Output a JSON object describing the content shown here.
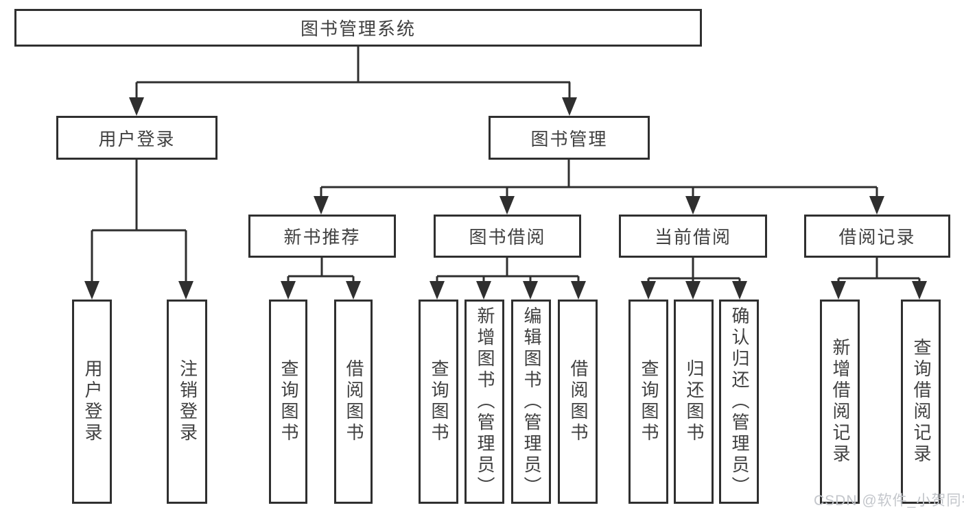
{
  "diagram": {
    "root": {
      "label": "图书管理系统"
    },
    "level2": [
      {
        "label": "用户登录"
      },
      {
        "label": "图书管理"
      }
    ],
    "level3": [
      {
        "label": "新书推荐"
      },
      {
        "label": "图书借阅"
      },
      {
        "label": "当前借阅"
      },
      {
        "label": "借阅记录"
      }
    ],
    "leaves": {
      "user_login": [
        "用户登录",
        "注销登录"
      ],
      "new_book": [
        "查询图书",
        "借阅图书"
      ],
      "book_borrow": [
        "查询图书",
        "新增图书（管理员）",
        "编辑图书（管理员）",
        "借阅图书"
      ],
      "current_borrow": [
        "查询图书",
        "归还图书",
        "确认归还（管理员）"
      ],
      "borrow_record": [
        "新增借阅记录",
        "查询借阅记录"
      ]
    }
  },
  "watermark": {
    "text": "CSDN @软件_小贺同学",
    "color": "#c3c6cb"
  },
  "colors": {
    "line": "#2f2f2f",
    "text": "#404040",
    "background": "#ffffff"
  }
}
